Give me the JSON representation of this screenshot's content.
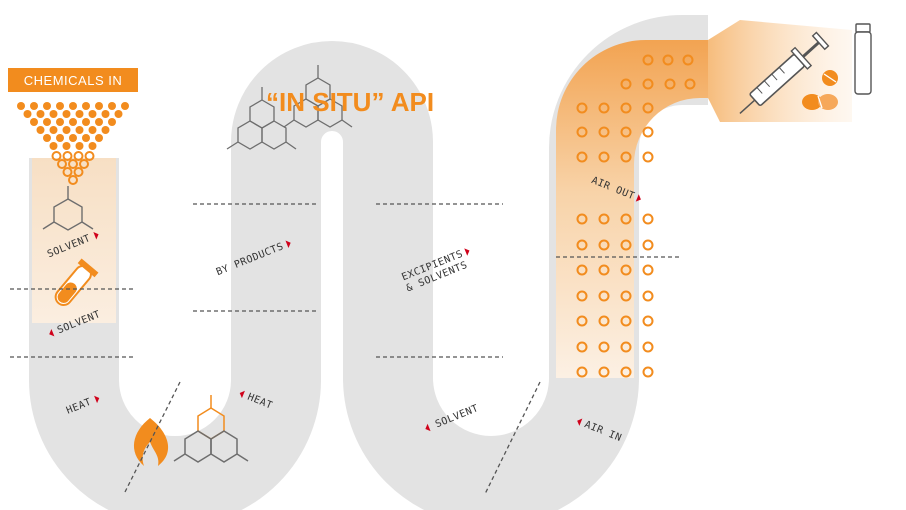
{
  "colors": {
    "accent": "#f28c1e",
    "pipe": "#e3e3e3",
    "marker": "#d0021b",
    "dash": "#555555",
    "molecule": "#6e6e6e"
  },
  "header": {
    "chemicals_in": "CHEMICALS IN",
    "in_situ_api": "“IN SITU” API"
  },
  "labels": {
    "solvent_1": "SOLVENT",
    "solvent_2": "SOLVENT",
    "heat_1": "HEAT",
    "heat_2": "HEAT",
    "by_products": "BY PRODUCTS",
    "excipients_line1": "EXCIPIENTS",
    "excipients_line2": "& SOLVENTS",
    "solvent_3": "SOLVENT",
    "air_in": "AIR IN",
    "air_out": "AIR OUT"
  },
  "icons": [
    "hexagon-molecule-icon",
    "test-tube-icon",
    "flame-icon",
    "syringe-icon",
    "pill-icon",
    "vial-icon"
  ]
}
